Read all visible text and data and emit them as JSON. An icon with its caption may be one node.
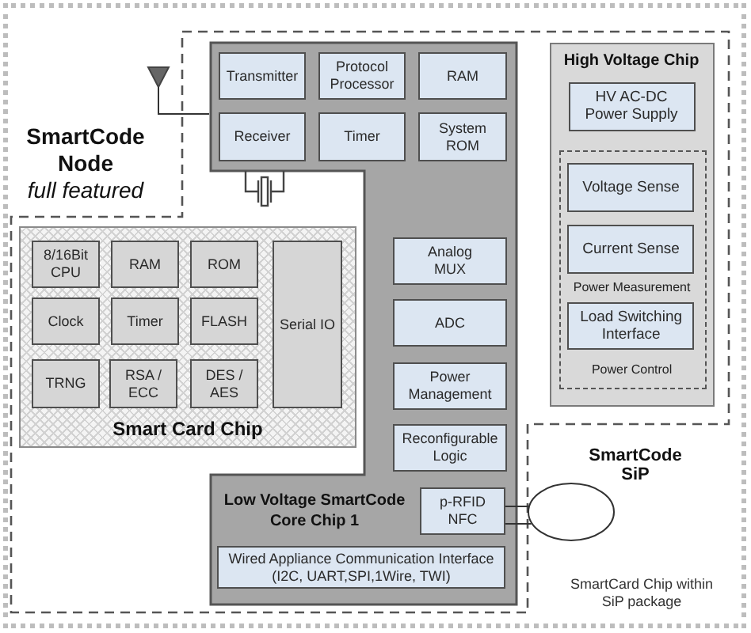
{
  "diagram": {
    "nodes": [
      {
        "text": [
          "SmartCode Node",
          "full featured"
        ]
      },
      {
        "text": [
          "SmartCode SiP"
        ],
        "in": 0
      },
      {
        "text": [],
        "shape": "antenna",
        "in": 0
      },
      {
        "text": [
          "Low Voltage SmartCode Core Chip 1"
        ],
        "in": 1
      },
      {
        "text": [
          "Transmitter"
        ],
        "in": 3
      },
      {
        "text": [
          "Protocol Processor"
        ],
        "in": 3
      },
      {
        "text": [
          "RAM"
        ],
        "in": 3
      },
      {
        "text": [
          "Receiver"
        ],
        "in": 3
      },
      {
        "text": [
          "Timer"
        ],
        "in": 3
      },
      {
        "text": [
          "System ROM"
        ],
        "in": 3
      },
      {
        "text": [
          "Analog MUX"
        ],
        "in": 3
      },
      {
        "text": [
          "ADC"
        ],
        "in": 3
      },
      {
        "text": [
          "Power Management"
        ],
        "in": 3
      },
      {
        "text": [
          "Reconfigurable Logic"
        ],
        "in": 3
      },
      {
        "text": [
          "p-RFID NFC"
        ],
        "in": 3
      },
      {
        "text": [
          "Wired Appliance Communication Interface (I2C, UART,SPI,1Wire, TWI)"
        ],
        "in": 3
      },
      {
        "text": [
          "High Voltage Chip"
        ],
        "in": 1
      },
      {
        "text": [
          "HV AC-DC Power Supply"
        ],
        "in": 16
      },
      {
        "text": [
          "Power Measurement",
          "Power Control"
        ],
        "in": 16
      },
      {
        "text": [
          "Voltage Sense"
        ],
        "in": 18
      },
      {
        "text": [
          "Current Sense"
        ],
        "in": 18
      },
      {
        "text": [
          "Load Switching Interface"
        ],
        "in": 18
      },
      {
        "text": [
          "Smart Card Chip"
        ],
        "in": 1
      },
      {
        "text": [
          "8/16Bit CPU"
        ],
        "in": 22
      },
      {
        "text": [
          "RAM"
        ],
        "in": 22
      },
      {
        "text": [
          "ROM"
        ],
        "in": 22
      },
      {
        "text": [
          "Clock"
        ],
        "in": 22
      },
      {
        "text": [
          "Timer"
        ],
        "in": 22
      },
      {
        "text": [
          "FLASH"
        ],
        "in": 22
      },
      {
        "text": [
          "TRNG"
        ],
        "in": 22
      },
      {
        "text": [
          "RSA / ECC"
        ],
        "in": 22
      },
      {
        "text": [
          "DES / AES"
        ],
        "in": 22
      },
      {
        "text": [
          "Serial IO"
        ],
        "in": 22
      },
      {
        "text": [],
        "shape": "ellipse",
        "in": 0
      }
    ],
    "edges": [
      {
        "from": 2,
        "to": 3,
        "arrow": "none"
      },
      {
        "from": 14,
        "to": 33,
        "arrow": "none"
      },
      {
        "from": 14,
        "to": 33,
        "arrow": "none"
      }
    ],
    "labels": [
      "SmartCard Chip within SiP package"
    ]
  }
}
